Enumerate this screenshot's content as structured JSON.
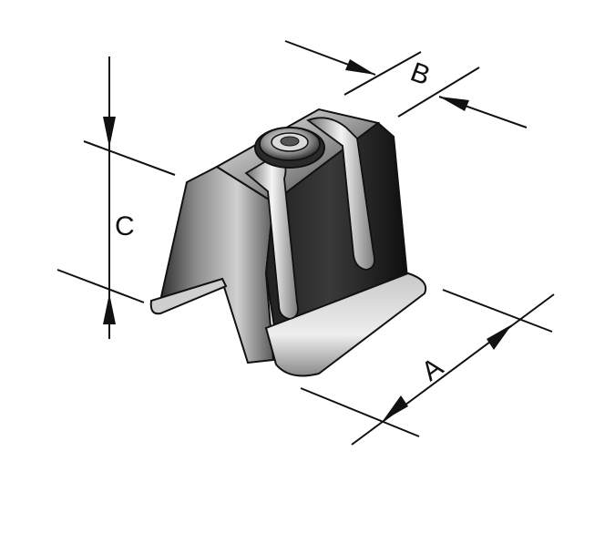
{
  "figure": {
    "dimensions": {
      "a": "A",
      "b": "B",
      "c": "C"
    },
    "colors": {
      "line": "#111111",
      "metal_dark": "#1a1a1a",
      "metal_light": "#d8d8d8",
      "background": "#ffffff"
    }
  }
}
